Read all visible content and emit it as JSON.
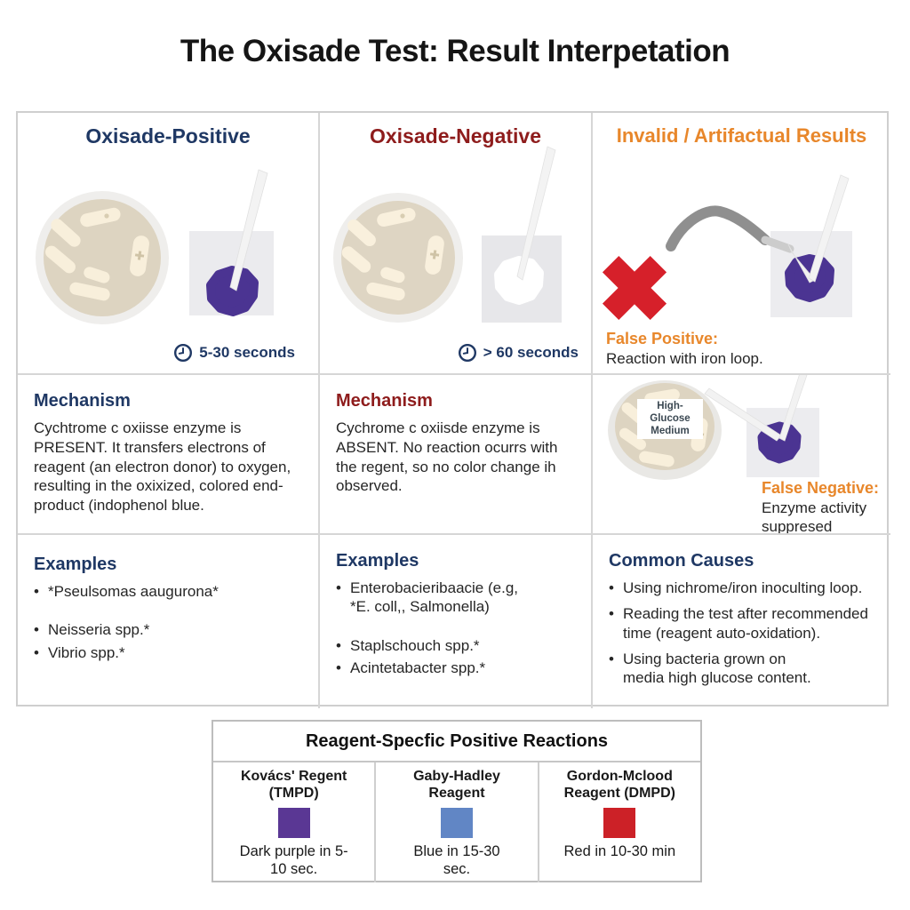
{
  "title": "The Oxisade Test: Result Interpetation",
  "palette": {
    "navy": "#1f3864",
    "dark_red": "#8e1c1c",
    "orange": "#e8872b",
    "reaction_purple": "#4b3492",
    "red_x": "#d6202a",
    "dish_fill": "#ddd4c1",
    "colony_cream": "#f8efdb",
    "paper_gray": "#ebebee",
    "loop_gray": "#8f8f8f"
  },
  "columns": [
    {
      "header": "Oxisade-Positive",
      "timing": "5-30 seconds",
      "mechanism": {
        "heading": "Mechanism",
        "text": "Cychtrome c oxiisse enzyme is PRESENT. It transfers electrons of reagent (an electron donor) to oxygen, resulting in the oxixized, colored end-product (indophenol blue."
      },
      "examples": {
        "heading": "Examples",
        "items": [
          "*Pseulsomas aaugurona*",
          "Neisseria spp.*",
          "Vibrio spp.*"
        ]
      }
    },
    {
      "header": "Oxisade-Negative",
      "timing": "> 60 seconds",
      "mechanism": {
        "heading": "Mechanism",
        "text": "Cychrome c oxiisde enzyme is ABSENT. No reaction ocurrs with the regent, so no color change ih observed."
      },
      "examples": {
        "heading": "Examples",
        "items": [
          "Enterobacieribaacie (e.g, *E. coll,, Salmonella)",
          "Staplschouch spp.*",
          "Acintetabacter spp.*"
        ]
      }
    },
    {
      "header": "Invalid / Artifactual Results",
      "false_positive": {
        "label": "False Positive:",
        "text": "Reaction with iron loop."
      },
      "petri_label": "High-Glucose Medium",
      "false_negative": {
        "label": "False Negative:",
        "text": "Enzyme activity suppresed"
      },
      "causes": {
        "heading": "Common Causes",
        "items": [
          "Using nichrome/iron inoculting loop.",
          "Reading the test after recommended time (reagent auto-oxidation).",
          "Using bacteria grown on media high glucose content."
        ]
      }
    }
  ],
  "reagent_table": {
    "title": "Reagent-Specfic Positive Reactions",
    "items": [
      {
        "name": "Kovács' Regent (TMPD)",
        "color": "#5a3794",
        "result": "Dark purple in 5-10 sec."
      },
      {
        "name": "Gaby-Hadley Reagent",
        "color": "#6186c5",
        "result": "Blue in 15-30 sec."
      },
      {
        "name": "Gordon-Mclood Reagent (DMPD)",
        "color": "#cc2127",
        "result": "Red in 10-30 min"
      }
    ]
  }
}
